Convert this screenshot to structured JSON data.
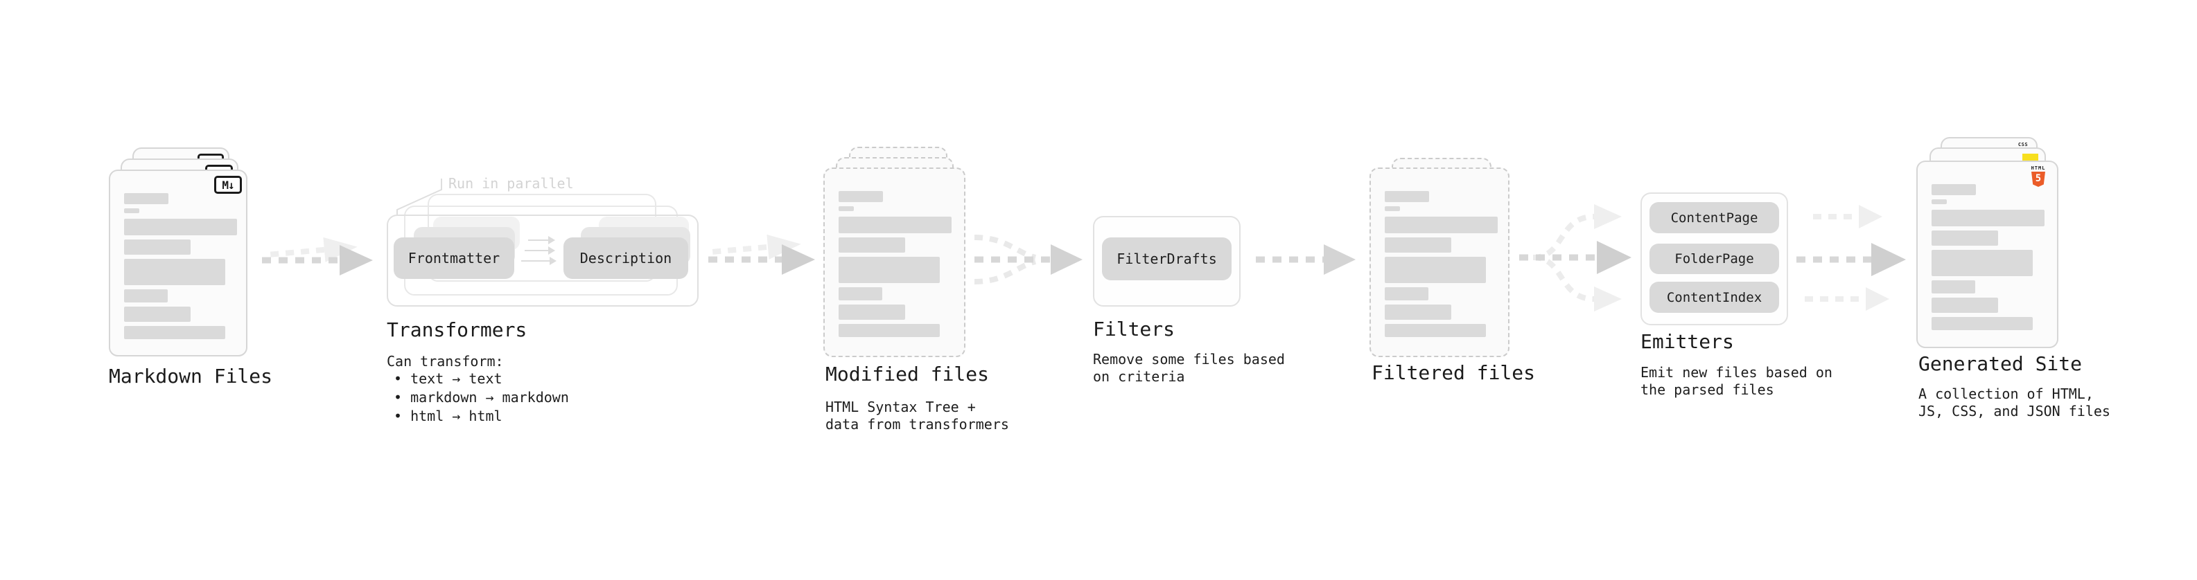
{
  "diagram": {
    "markdown_files": {
      "title": "Markdown Files",
      "badge": "M↓"
    },
    "transformers": {
      "callout": "Run in parallel",
      "node_a": "Frontmatter",
      "node_b": "Description",
      "title": "Transformers",
      "desc_heading": "Can transform:",
      "bullets": [
        "• text → text",
        "• markdown → markdown",
        "• html → html"
      ]
    },
    "modified_files": {
      "title": "Modified files",
      "desc": "HTML Syntax Tree +\ndata from transformers"
    },
    "filters": {
      "title": "Filters",
      "node": "FilterDrafts",
      "desc": "Remove some files based\non criteria"
    },
    "filtered_files": {
      "title": "Filtered files"
    },
    "emitters": {
      "title": "Emitters",
      "nodes": [
        "ContentPage",
        "FolderPage",
        "ContentIndex"
      ],
      "desc": "Emit new files based on\nthe parsed files"
    },
    "generated_site": {
      "title": "Generated Site",
      "desc": "A collection of HTML,\nJS, CSS, and JSON files",
      "css_badge": "CSS",
      "html_badge_label": "HTML",
      "html_badge_number": "5"
    }
  },
  "colors": {
    "markdown_badge_ink": "#1a1a1a",
    "html5_orange": "#eb5c28",
    "js_yellow": "#f7df1e",
    "css_blue": "#2b6bf3",
    "node_fill": "#d9d9d9",
    "placeholder_bar": "#dadada",
    "arrow_main": "#d7d7d7",
    "arrow_light": "#ededed",
    "callout_gray": "#d3d3d3"
  }
}
